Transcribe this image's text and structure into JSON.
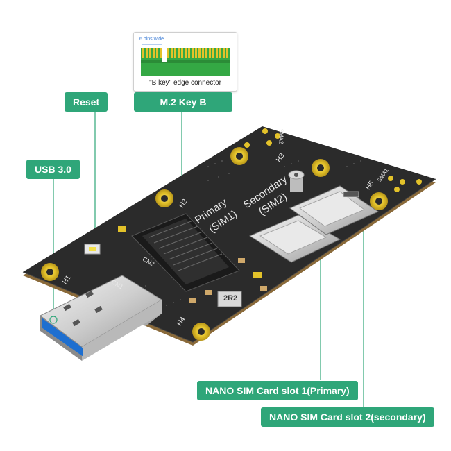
{
  "inset": {
    "pins_label": "6 pins wide",
    "caption": "\"B key\" edge connector"
  },
  "callouts": {
    "reset": "Reset",
    "m2_key_b": "M.2 Key B",
    "usb": "USB 3.0",
    "sim1": "NANO SIM Card slot 1(Primary)",
    "sim2": "NANO SIM Card slot 2(secondary)"
  },
  "board_text": {
    "primary": "Primary",
    "sim1": "(SIM1)",
    "secondary": "Secondary",
    "sim2": "(SIM2)",
    "cn1": "CN1",
    "cn2": "CN2",
    "h1": "H1",
    "h2": "H2",
    "h3": "H3",
    "h4": "H4",
    "h5": "H5",
    "sma1": "SMA1",
    "sma2": "SMA2",
    "chip": "2R2"
  },
  "colors": {
    "callout_green": "#2fa679",
    "pcb": "#2b2b2b",
    "gold": "#e3c22a",
    "usb_blue": "#1e6fd0"
  }
}
